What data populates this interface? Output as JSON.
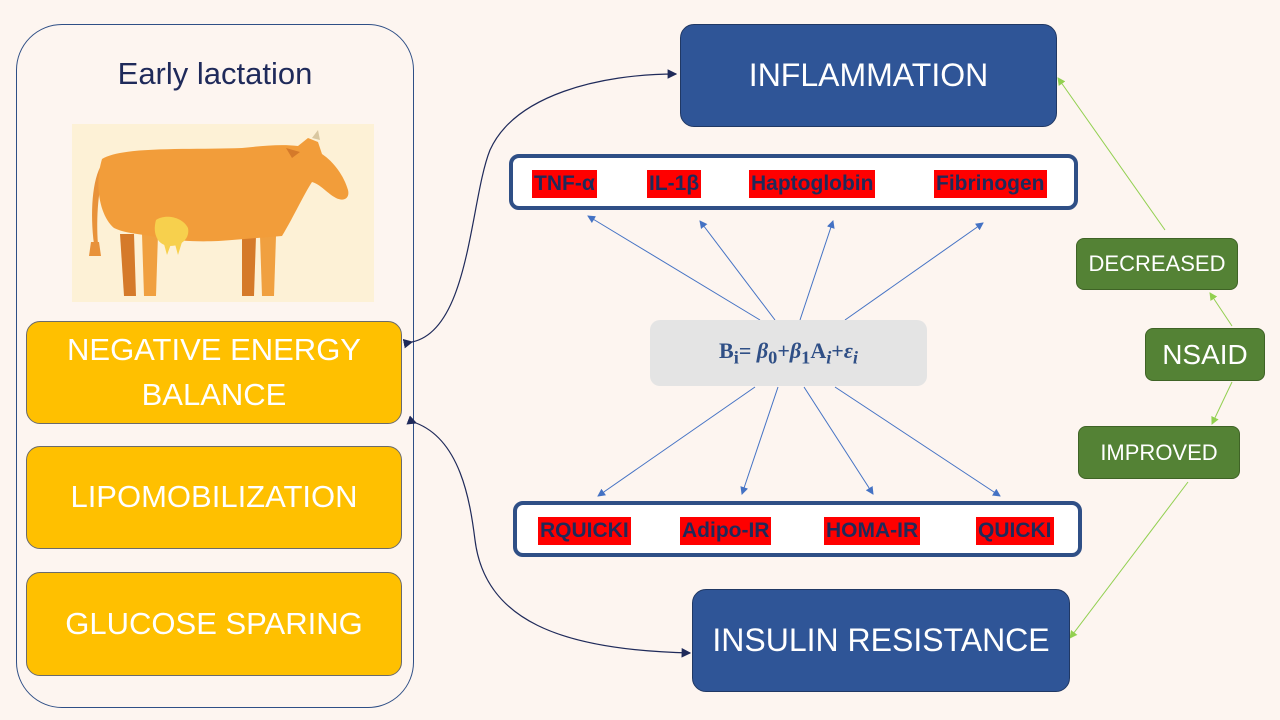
{
  "left_panel": {
    "title": "Early lactation",
    "boxes": [
      "NEGATIVE ENERGY BALANCE",
      "LIPOMOBILIZATION",
      "GLUCOSE SPARING"
    ]
  },
  "inflammation": {
    "label": "INFLAMMATION",
    "markers": [
      "TNF-α",
      "IL-1β",
      "Haptoglobin",
      "Fibrinogen"
    ]
  },
  "insulin_resistance": {
    "label": "INSULIN RESISTANCE",
    "markers": [
      "RQUICKI",
      "Adipo-IR",
      "HOMA-IR",
      "QUICKI"
    ]
  },
  "formula": {
    "lhs": "B",
    "lhs_sub": "i",
    "equals": "= ",
    "beta0": "β",
    "beta0_sub": "0",
    "plus1": "+",
    "beta1": "β",
    "beta1_sub": "1",
    "A": "A",
    "A_sub": "i",
    "plus2": "+",
    "eps": "ε",
    "eps_sub": "i"
  },
  "nsaid": {
    "label": "NSAID",
    "decreased": "DECREASED",
    "improved": "IMPROVED"
  },
  "colors": {
    "background": "#fdf5f0",
    "blue": "#2f5597",
    "yellow": "#ffc000",
    "green": "#548235",
    "marker_red": "#ff0000",
    "arrow_green": "#92d050",
    "arrow_blue": "#4472c4"
  }
}
